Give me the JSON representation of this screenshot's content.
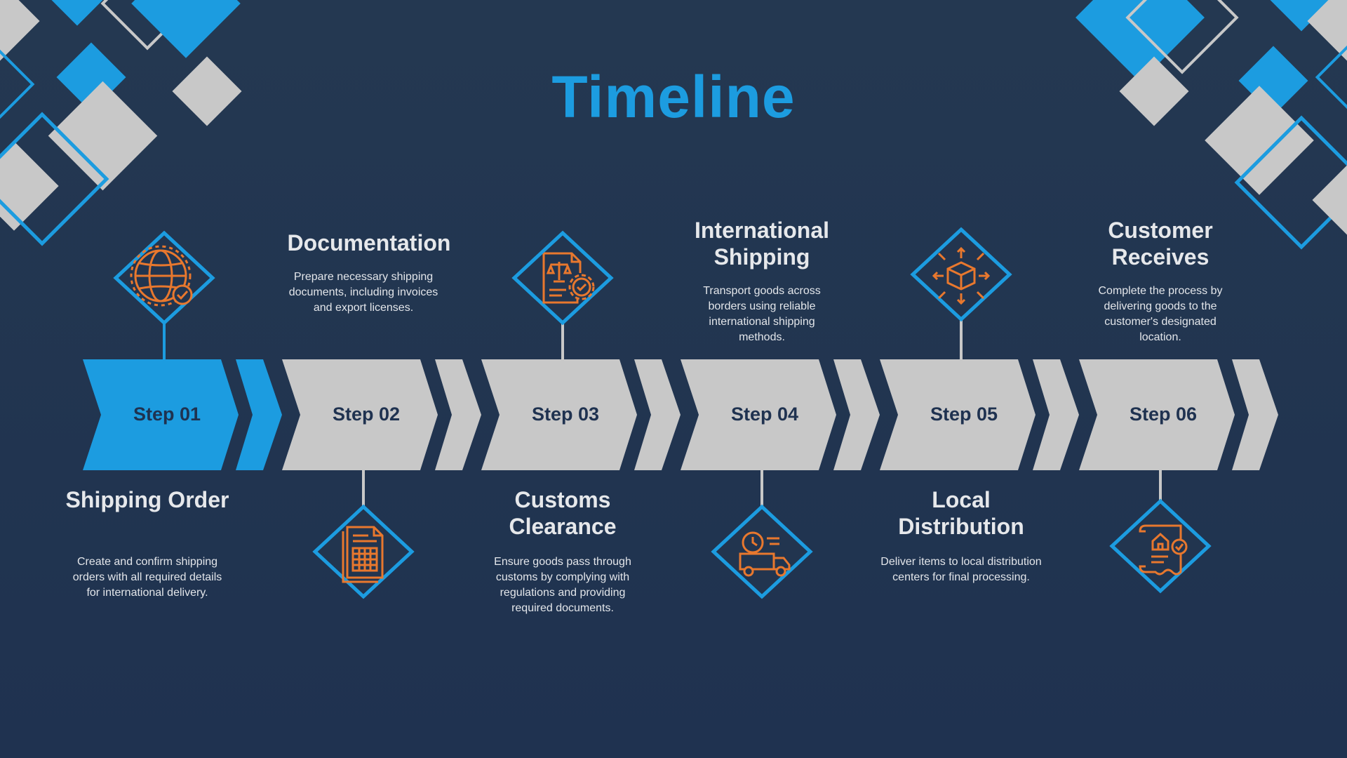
{
  "title": "Timeline",
  "colors": {
    "background": "#22354f",
    "accent_blue": "#1c9ce0",
    "chevron_gray": "#c8c8c8",
    "icon_orange": "#e8782e",
    "text_light": "#e6e8eb",
    "step_text": "#1f3250"
  },
  "steps": [
    {
      "label": "Step 01",
      "heading": "Shipping Order",
      "description": "Create and confirm shipping orders with all required details for international delivery.",
      "icon": "globe-check-icon",
      "active": true
    },
    {
      "label": "Step 02",
      "heading": "Documentation",
      "description": "Prepare necessary shipping documents, including invoices and export licenses.",
      "icon": "document-table-icon",
      "active": false
    },
    {
      "label": "Step 03",
      "heading": "Customs Clearance",
      "description": "Ensure goods pass through customs by complying with regulations and providing required documents.",
      "icon": "legal-document-gear-icon",
      "active": false
    },
    {
      "label": "Step 04",
      "heading": "International Shipping",
      "description": "Transport goods across borders using reliable international shipping methods.",
      "icon": "delivery-truck-clock-icon",
      "active": false
    },
    {
      "label": "Step 05",
      "heading": "Local Distribution",
      "description": "Deliver items to local distribution centers for final processing.",
      "icon": "package-distribution-icon",
      "active": false
    },
    {
      "label": "Step 06",
      "heading": "Customer Receives",
      "description": "Complete the process by delivering goods to the customer's designated location.",
      "icon": "house-receipt-check-icon",
      "active": false
    }
  ]
}
